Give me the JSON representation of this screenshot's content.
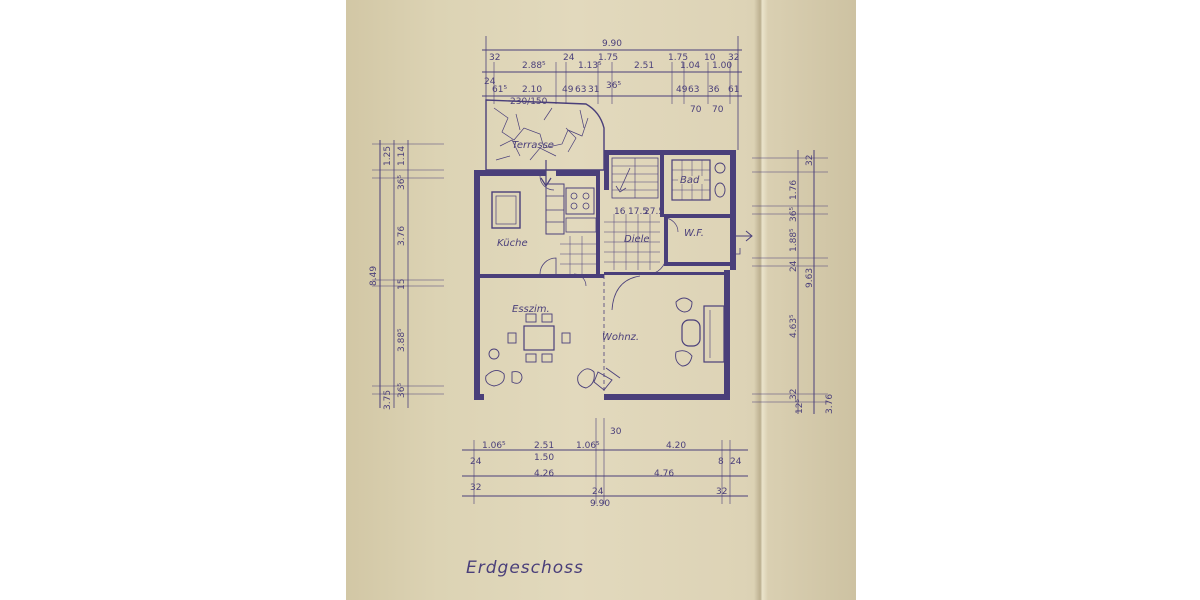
{
  "drawing": {
    "caption": "Erdgeschoss",
    "ink_color": "#4a3f7a",
    "paper_color": "#ddd3b6"
  },
  "rooms": {
    "terrace": "Terrasse",
    "kitchen": "Küche",
    "hall": "Diele",
    "wc": "W.F.",
    "bath": "Bad",
    "dining": "Esszim.",
    "living": "Wohnz."
  },
  "dims_top": {
    "overall": "9.90",
    "row2": [
      "32",
      "2.88⁵",
      "24",
      "1.13⁵",
      "1.75",
      "2.51",
      "1.75",
      "1.04",
      "10",
      "1.00",
      "32"
    ],
    "row3": [
      "24",
      "61⁵",
      "2.10",
      "49",
      "63",
      "31",
      "36⁵",
      "49",
      "63",
      "36",
      "61"
    ],
    "opening": "230/150",
    "sub": [
      "70",
      "70"
    ]
  },
  "dims_bottom": {
    "row1": [
      "1.06⁵",
      "2.51",
      "1.06⁵",
      "4.20"
    ],
    "row1b": "1.50",
    "small": "30",
    "row2": [
      "24",
      "4.26",
      "4.76",
      "8",
      "24"
    ],
    "row3": [
      "32",
      "24",
      "32"
    ],
    "overall": "9.90"
  },
  "dims_left": {
    "overall": "8.49",
    "items": [
      "1.25",
      "1.14",
      "36⁵",
      "3.76",
      "15",
      "3.88⁵",
      "36⁵",
      "3.75"
    ]
  },
  "dims_right": {
    "overall": "9.63",
    "items": [
      "32",
      "1.76",
      "36⁵",
      "1.88⁵",
      "24",
      "4.63⁵",
      "32",
      "12⁵",
      "3.76"
    ]
  },
  "stair": [
    "16",
    "17.5",
    "27.5"
  ]
}
